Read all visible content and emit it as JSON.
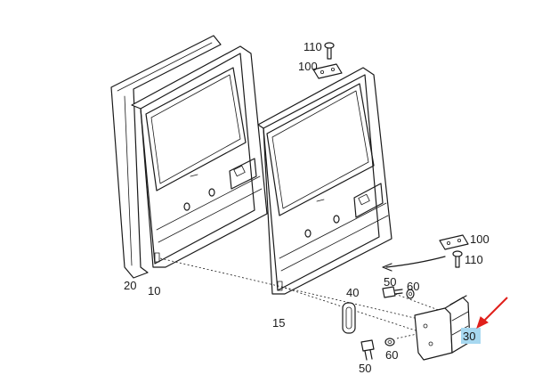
{
  "callouts": [
    {
      "id": "110-top",
      "text": "110"
    },
    {
      "id": "100-top",
      "text": "100"
    },
    {
      "id": "100-right",
      "text": "100"
    },
    {
      "id": "110-right",
      "text": "110"
    },
    {
      "id": "20",
      "text": "20"
    },
    {
      "id": "10",
      "text": "10"
    },
    {
      "id": "15",
      "text": "15"
    },
    {
      "id": "40",
      "text": "40"
    },
    {
      "id": "50-top",
      "text": "50"
    },
    {
      "id": "60-top",
      "text": "60"
    },
    {
      "id": "50-bottom",
      "text": "50"
    },
    {
      "id": "60-bottom",
      "text": "60"
    },
    {
      "id": "30",
      "text": "30"
    }
  ],
  "highlight": {
    "part": "30",
    "color": "#a7d8f0",
    "arrow_color": "#e0201b"
  }
}
